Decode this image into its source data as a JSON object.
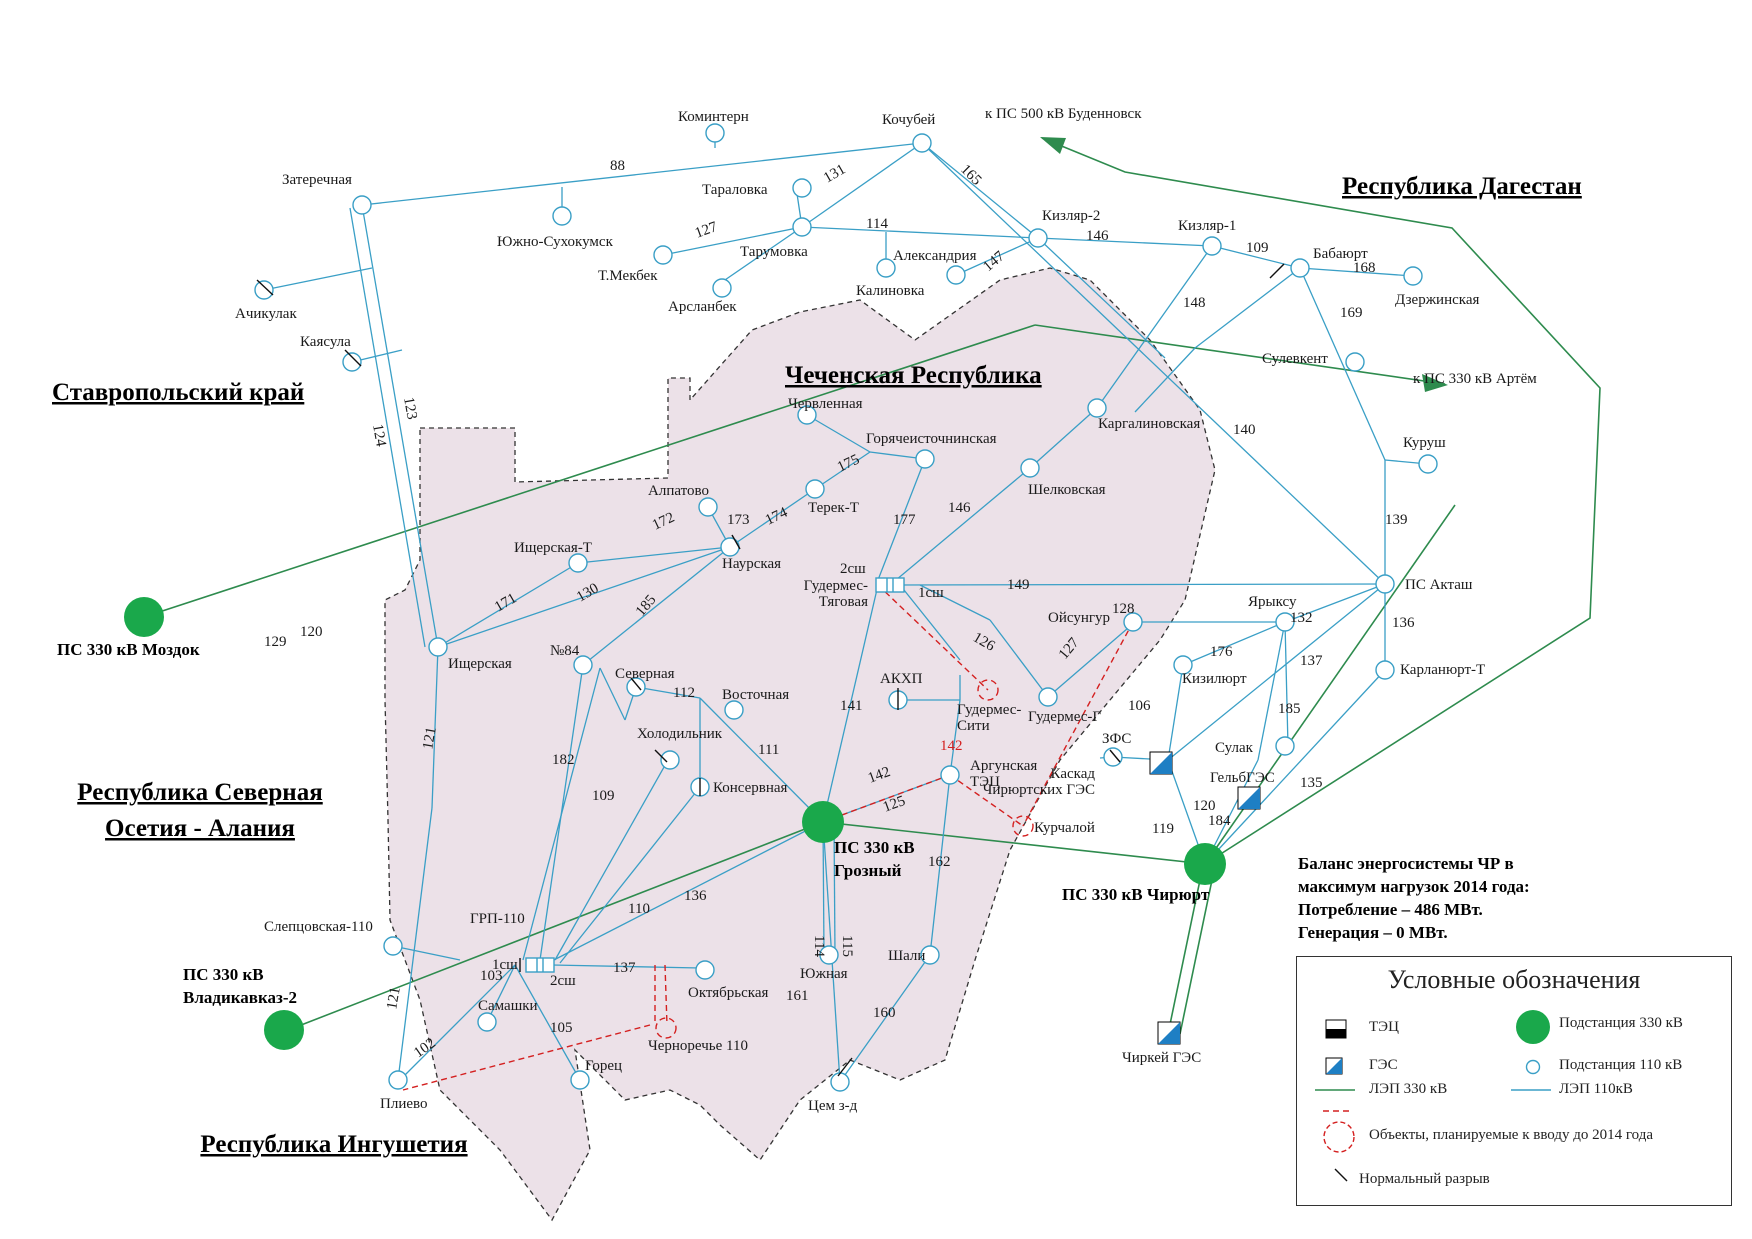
{
  "colors": {
    "line_110": "#3a9fc6",
    "line_330": "#2e8b4e",
    "planned": "#d42020",
    "substation_330": "#1aa84b",
    "region_fill": "#ece1e8",
    "region_border": "#333333"
  },
  "regions": [
    {
      "id": "stav",
      "text": "Ставропольский край"
    },
    {
      "id": "dag",
      "text": "Республика Дагестан"
    },
    {
      "id": "chech",
      "text": "Чеченская Республика"
    },
    {
      "id": "osetia1",
      "text": "Республика Северная"
    },
    {
      "id": "osetia2",
      "text": "Осетия - Алания"
    },
    {
      "id": "ing",
      "text": "Республика Ингушетия"
    }
  ],
  "arrow_labels": [
    {
      "id": "budenn",
      "text": "к ПС 500 кВ Буденновск"
    },
    {
      "id": "artem",
      "text": "к ПС 330 кВ Артём"
    }
  ],
  "big_stations": [
    {
      "id": "mozdok",
      "label": "ПС 330 кВ Моздок"
    },
    {
      "id": "grozny",
      "label": "ПС 330 кВ\nГрозный"
    },
    {
      "id": "chiryurt",
      "label": "ПС 330 кВ Чирюрт"
    },
    {
      "id": "vlad",
      "label": "ПС 330 кВ\nВладикавказ-2"
    }
  ],
  "nodes": [
    {
      "id": "komintern",
      "label": "Коминтерн"
    },
    {
      "id": "kochubey",
      "label": "Кочубей"
    },
    {
      "id": "zaterech",
      "label": "Затеречная"
    },
    {
      "id": "taralovka",
      "label": "Тараловка"
    },
    {
      "id": "yuzhsukh",
      "label": "Южно-Сухокумск"
    },
    {
      "id": "tarumovka",
      "label": "Тарумовка"
    },
    {
      "id": "tmekbek",
      "label": "Т.Мекбек"
    },
    {
      "id": "arslanbek",
      "label": "Арсланбек"
    },
    {
      "id": "kalinovka",
      "label": "Калиновка"
    },
    {
      "id": "aleksandr",
      "label": "Александрия"
    },
    {
      "id": "kizlyar2",
      "label": "Кизляр-2"
    },
    {
      "id": "kizlyar1",
      "label": "Кизляр-1"
    },
    {
      "id": "babayurt",
      "label": "Бабаюрт"
    },
    {
      "id": "dzerzh",
      "label": "Дзержинская"
    },
    {
      "id": "sulevkent",
      "label": "Сулевкент"
    },
    {
      "id": "kurush",
      "label": "Куруш"
    },
    {
      "id": "achikulak",
      "label": "Ачикулак"
    },
    {
      "id": "kayasula",
      "label": "Каясула"
    },
    {
      "id": "chervlen",
      "label": "Червленная"
    },
    {
      "id": "goryach",
      "label": "Горячеисточнинская"
    },
    {
      "id": "kargalin",
      "label": "Каргалиновская"
    },
    {
      "id": "shelkov",
      "label": "Шелковская"
    },
    {
      "id": "alpatovo",
      "label": "Алпатово"
    },
    {
      "id": "terekt",
      "label": "Терек-Т"
    },
    {
      "id": "ishchert",
      "label": "Ищерская-Т"
    },
    {
      "id": "naur",
      "label": "Наурская"
    },
    {
      "id": "ishcher",
      "label": "Ищерская"
    },
    {
      "id": "n84",
      "label": "№84"
    },
    {
      "id": "severn",
      "label": "Северная"
    },
    {
      "id": "vostoch",
      "label": "Восточная"
    },
    {
      "id": "holod",
      "label": "Холодильник"
    },
    {
      "id": "konserv",
      "label": "Консервная"
    },
    {
      "id": "gudtyag",
      "label": "Гудермес-\nТяговая"
    },
    {
      "id": "oysungur",
      "label": "Ойсунгур"
    },
    {
      "id": "yaryksu",
      "label": "Ярыксу"
    },
    {
      "id": "aktash",
      "label": "ПС Акташ"
    },
    {
      "id": "kizilyurt",
      "label": "Кизилюрт"
    },
    {
      "id": "karlanyurt",
      "label": "Карланюрт-Т"
    },
    {
      "id": "sulak",
      "label": "Сулак"
    },
    {
      "id": "akhp",
      "label": "АКХП"
    },
    {
      "id": "gudsiti",
      "label": "Гудермес-\nСити"
    },
    {
      "id": "gudg",
      "label": "Гудермес-Г"
    },
    {
      "id": "argun",
      "label": "Аргунская\nТЭЦ"
    },
    {
      "id": "kurchaloy",
      "label": "Курчалой"
    },
    {
      "id": "slepts",
      "label": "Слепцовская-110"
    },
    {
      "id": "grp",
      "label": "ГРП-110"
    },
    {
      "id": "oktyab",
      "label": "Октябрьская"
    },
    {
      "id": "chernor",
      "label": "Черноречье 110"
    },
    {
      "id": "yuzhnaya",
      "label": "Южная"
    },
    {
      "id": "shali",
      "label": "Шали"
    },
    {
      "id": "tsem",
      "label": "Цем з-д"
    },
    {
      "id": "samashki",
      "label": "Самашки"
    },
    {
      "id": "gorets",
      "label": "Горец"
    },
    {
      "id": "plievo",
      "label": "Плиево"
    },
    {
      "id": "kaskad",
      "label": "Каскад\nЧирюртских ГЭС"
    },
    {
      "id": "zfs",
      "label": "ЗФС"
    },
    {
      "id": "gelbges",
      "label": "ГельбГЭС"
    },
    {
      "id": "chirkey",
      "label": "Чиркей ГЭС"
    }
  ],
  "bus_labels": [
    {
      "id": "gud_2sh",
      "text": "2сш"
    },
    {
      "id": "gud_1sh",
      "text": "1сш"
    },
    {
      "id": "grp_1sh",
      "text": "1сш"
    },
    {
      "id": "grp_2sh",
      "text": "2сш"
    }
  ],
  "line_labels": [
    "88",
    "131",
    "127",
    "114",
    "165",
    "146",
    "109",
    "168",
    "147",
    "148",
    "169",
    "124",
    "123",
    "175",
    "177",
    "172",
    "173",
    "174",
    "171",
    "130",
    "185",
    "120",
    "129",
    "146",
    "149",
    "126",
    "128",
    "132",
    "176",
    "127",
    "137",
    "112",
    "111",
    "141",
    "142",
    "142",
    "125",
    "106",
    "185",
    "120",
    "119",
    "184",
    "135",
    "121",
    "182",
    "109",
    "110",
    "136",
    "137",
    "103",
    "105",
    "102",
    "121",
    "114",
    "115",
    "161",
    "162",
    "160",
    "140",
    "139",
    "136"
  ],
  "balance": {
    "line1": "Баланс энергосистемы ЧР в",
    "line2": "максимум нагрузок 2014 года:",
    "line3": "Потребление – 486 МВт.",
    "line4": "Генерация – 0 МВт."
  },
  "legend": {
    "title": "Условные обозначения",
    "tec": "ТЭЦ",
    "ps330": "Подстанция 330 кВ",
    "ges": "ГЭС",
    "ps110": "Подстанция 110 кВ",
    "lep330": "ЛЭП 330 кВ",
    "lep110": "ЛЭП 110кВ",
    "planned": "Объекты, планируемые к вводу до 2014 года",
    "razryv": "Нормальный разрыв"
  }
}
